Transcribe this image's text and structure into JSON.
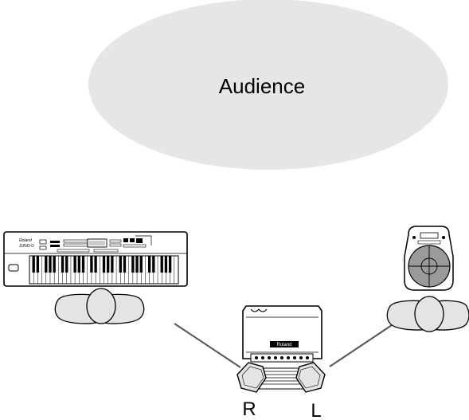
{
  "audience_label": "Audience",
  "speaker_labels": {
    "right": "R",
    "left": "L"
  },
  "keyboard": {
    "brand_text": "Roland",
    "model_text": "JUNO-D"
  },
  "amp": {
    "badge_text": "Roland"
  },
  "colors": {
    "audience_fill": "#e6e6e6",
    "person_fill": "#e4e4e4",
    "drum_pad_fill": "#9a9a9a",
    "line_color": "#555555",
    "outline": "#000000"
  }
}
